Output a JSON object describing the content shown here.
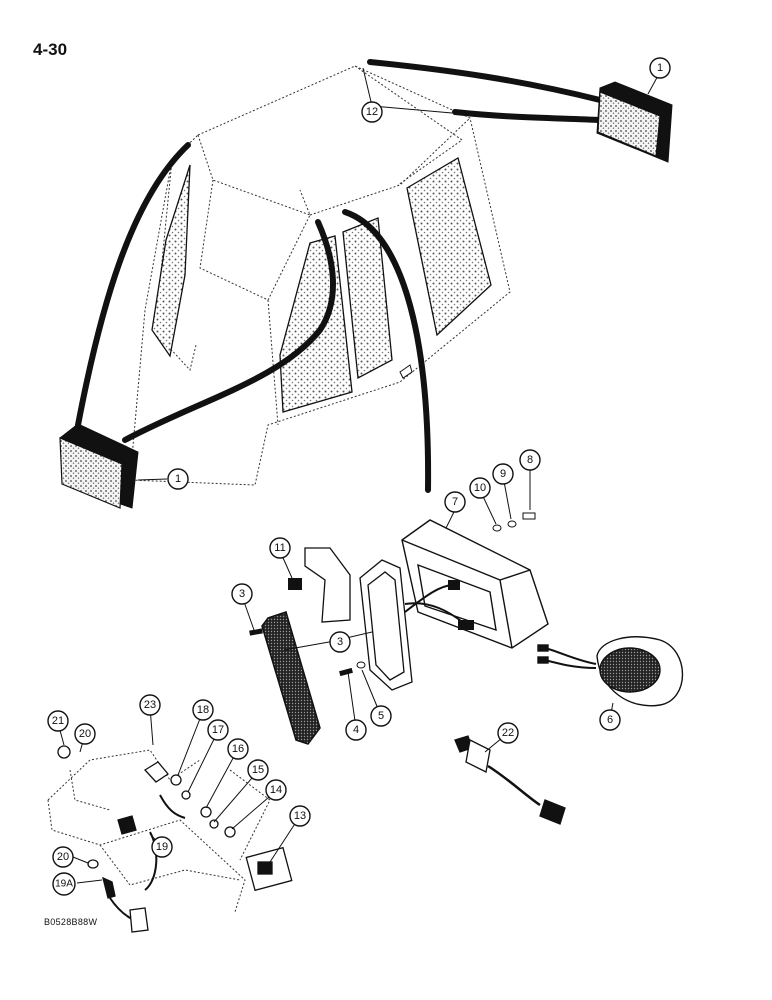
{
  "page_number": "4-30",
  "figure_code": "B0528B88W",
  "callouts": [
    {
      "id": "c1a",
      "label": "1"
    },
    {
      "id": "c1b",
      "label": "1"
    },
    {
      "id": "c12",
      "label": "12"
    },
    {
      "id": "c7",
      "label": "7"
    },
    {
      "id": "c10",
      "label": "10"
    },
    {
      "id": "c9",
      "label": "9"
    },
    {
      "id": "c8",
      "label": "8"
    },
    {
      "id": "c11",
      "label": "11"
    },
    {
      "id": "c3a",
      "label": "3"
    },
    {
      "id": "c3b",
      "label": "3"
    },
    {
      "id": "c4",
      "label": "4"
    },
    {
      "id": "c5",
      "label": "5"
    },
    {
      "id": "c6",
      "label": "6"
    },
    {
      "id": "c22",
      "label": "22"
    },
    {
      "id": "c23",
      "label": "23"
    },
    {
      "id": "c21",
      "label": "21"
    },
    {
      "id": "c20a",
      "label": "20"
    },
    {
      "id": "c18",
      "label": "18"
    },
    {
      "id": "c17",
      "label": "17"
    },
    {
      "id": "c16",
      "label": "16"
    },
    {
      "id": "c15",
      "label": "15"
    },
    {
      "id": "c14",
      "label": "14"
    },
    {
      "id": "c13",
      "label": "13"
    },
    {
      "id": "c19",
      "label": "19"
    },
    {
      "id": "c20b",
      "label": "20"
    },
    {
      "id": "c19A",
      "label": "19A"
    }
  ],
  "colors": {
    "ink": "#111111",
    "paper": "#ffffff",
    "screen": "#8a8a8a"
  }
}
